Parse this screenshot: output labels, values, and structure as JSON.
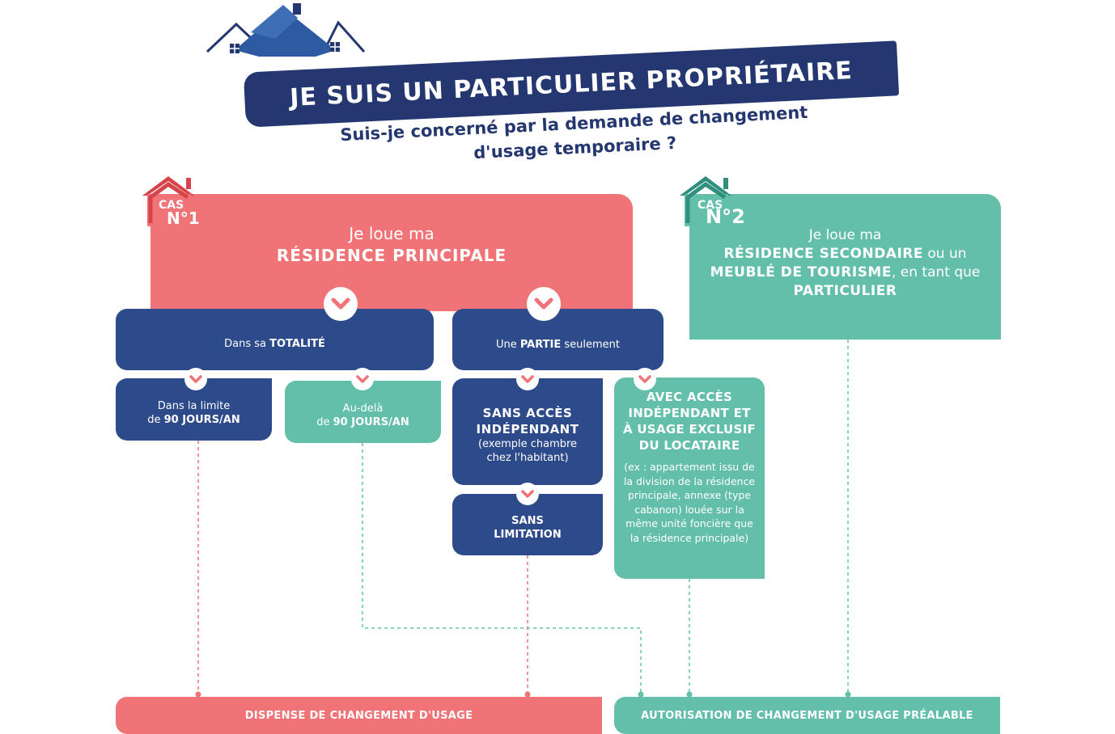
{
  "header": {
    "title": "JE SUIS UN PARTICULIER PROPRIÉTAIRE",
    "subtitle_line1": "Suis-je concerné par la demande de changement",
    "subtitle_line2": "d'usage temporaire ?"
  },
  "case1": {
    "badge_cas": "CAS",
    "badge_num": "N°1",
    "line1": "Je loue ma",
    "line2": "RÉSIDENCE PRINCIPALE",
    "totalite": {
      "prefix": "Dans sa ",
      "bold": "TOTALITÉ"
    },
    "partie": {
      "prefix": "Une ",
      "bold": "PARTIE",
      "suffix": " seulement"
    },
    "limite": {
      "line1": "Dans la limite",
      "prefix": "de ",
      "bold": "90 JOURS/AN"
    },
    "audela": {
      "line1": "Au-delà",
      "prefix": "de ",
      "bold": "90 JOURS/AN"
    },
    "sans_acces": {
      "line1": "SANS ACCÈS",
      "line2": "INDÉPENDANT",
      "note1": "(exemple chambre",
      "note2": "chez l'habitant)"
    },
    "sans_limitation": {
      "line1": "SANS",
      "line2": "LIMITATION"
    },
    "avec_acces": {
      "line1": "AVEC ACCÈS",
      "line2": "INDÉPENDANT ET",
      "line3": "À USAGE EXCLUSIF",
      "line4": "DU LOCATAIRE",
      "note": [
        "(ex : appartement issu de",
        "la division de la résidence",
        "principale, annexe (type",
        "cabanon) louée sur la",
        "même unité foncière que",
        "la résidence principale)"
      ]
    }
  },
  "case2": {
    "badge_cas": "CAS",
    "badge_num": "N°2",
    "line1": "Je loue ma",
    "line2_bold": "RÉSIDENCE SECONDAIRE",
    "line2_rest": " ou un",
    "line3_bold": "MEUBLÉ DE TOURISME",
    "line3_rest": ", en tant que",
    "line4": "PARTICULIER"
  },
  "outcomes": {
    "dispense": "DISPENSE DE CHANGEMENT D'USAGE",
    "autorisation": "AUTORISATION DE CHANGEMENT D'USAGE PRÉALABLE"
  },
  "colors": {
    "navy": "#2d4a8a",
    "dark_navy": "#253770",
    "coral": "#f07377",
    "teal": "#63bfaa"
  }
}
